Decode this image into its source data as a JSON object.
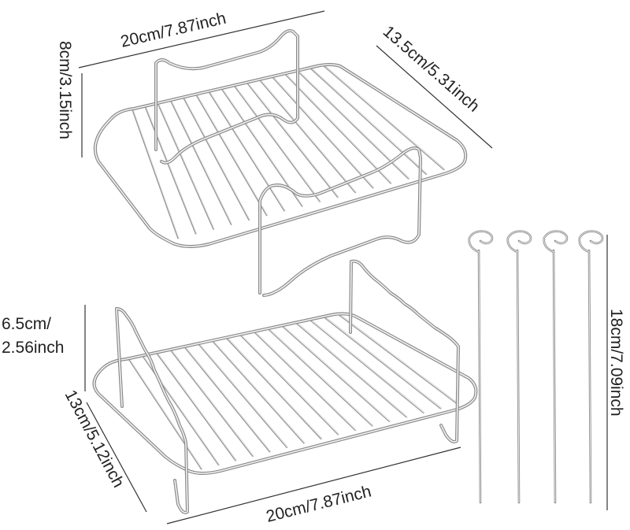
{
  "dimensions": {
    "top_rack_width": "20cm/7.87inch",
    "top_rack_depth": "13.5cm/5.31inch",
    "top_rack_height": "8cm/3.15inch",
    "bottom_rack_height_cm": "6.5cm/",
    "bottom_rack_height_in": "2.56inch",
    "bottom_rack_depth": "13cm/5.12inch",
    "bottom_rack_width": "20cm/7.87inch",
    "skewer_length": "18cm/7.09inch"
  },
  "colors": {
    "wire": "#9a9a9a",
    "wire_highlight": "#f2f2f2",
    "text": "#222222",
    "background": "#ffffff"
  },
  "items": {
    "top_rack_bars": 16,
    "bottom_rack_bars": 16,
    "skewers": 4
  }
}
